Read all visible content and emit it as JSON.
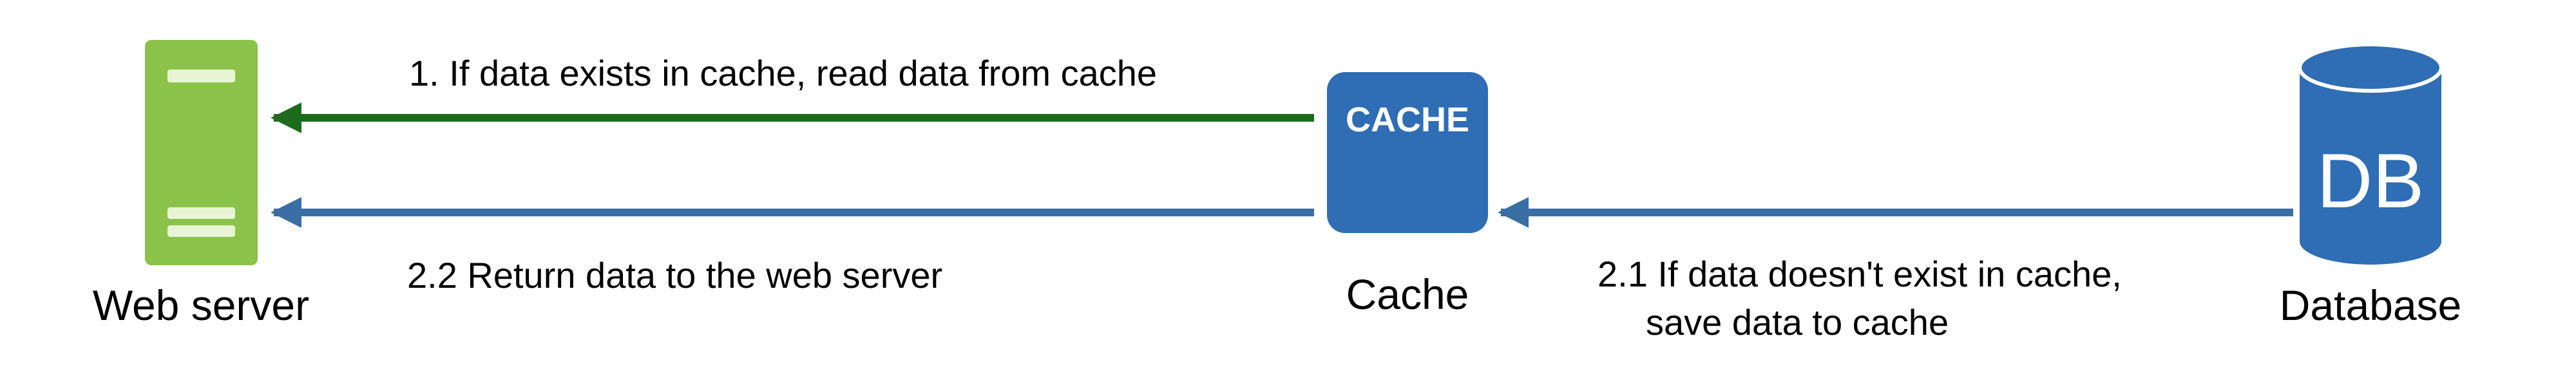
{
  "nodes": {
    "web_server": {
      "label": "Web server",
      "color": "#8bc34a"
    },
    "cache": {
      "label": "Cache",
      "icon_text": "CACHE",
      "color": "#2f6db5"
    },
    "database": {
      "label": "Database",
      "icon_text": "DB",
      "color": "#2f6db5"
    }
  },
  "edges": {
    "read_from_cache": {
      "label": "1. If data exists in cache, read data from cache",
      "color": "#1e6b1e"
    },
    "return_to_web_server": {
      "label": "2.2 Return data to the web server",
      "color": "#3a6ea5"
    },
    "save_to_cache": {
      "label_line1": "2.1 If data doesn't exist in cache,",
      "label_line2": "save data to cache",
      "color": "#3a6ea5"
    }
  }
}
